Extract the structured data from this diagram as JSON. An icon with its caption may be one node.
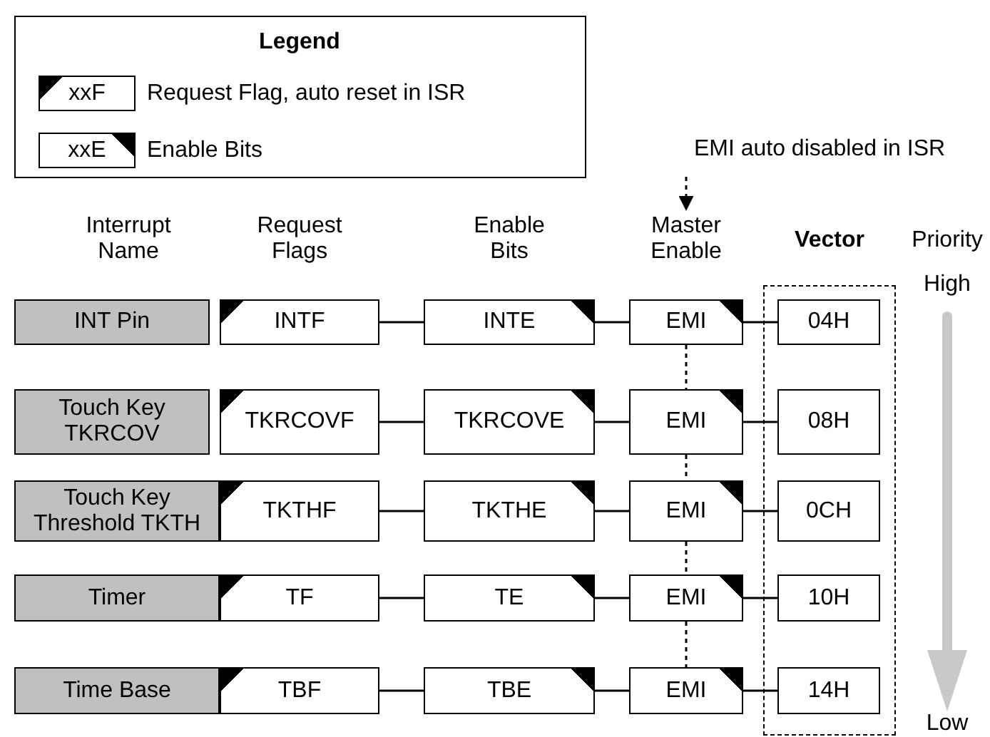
{
  "diagram": {
    "nodes": [
      {
        "text": [
          "EMI auto disabled in ISR"
        ]
      },
      {
        "text": [
          "Master Enable"
        ]
      },
      {
        "text": [
          "Vector"
        ]
      },
      {
        "text": [
          "INT Pin"
        ]
      },
      {
        "text": [
          "INTF"
        ]
      },
      {
        "text": [
          "INTE"
        ]
      },
      {
        "text": [
          "EMI"
        ]
      },
      {
        "text": [
          "04H"
        ],
        "in": 2
      },
      {
        "text": [
          "Touch Key TKRCOV"
        ]
      },
      {
        "text": [
          "TKRCOVF"
        ]
      },
      {
        "text": [
          "TKRCOVE"
        ]
      },
      {
        "text": [
          "EMI"
        ]
      },
      {
        "text": [
          "08H"
        ],
        "in": 2
      },
      {
        "text": [
          "Touch Key Threshold TKTH"
        ]
      },
      {
        "text": [
          "TKTHF"
        ]
      },
      {
        "text": [
          "TKTHE"
        ]
      },
      {
        "text": [
          "EMI"
        ]
      },
      {
        "text": [
          "0CH"
        ],
        "in": 2
      },
      {
        "text": [
          "Timer"
        ]
      },
      {
        "text": [
          "TF"
        ]
      },
      {
        "text": [
          "TE"
        ]
      },
      {
        "text": [
          "EMI"
        ]
      },
      {
        "text": [
          "10H"
        ],
        "in": 2
      },
      {
        "text": [
          "Time Base"
        ]
      },
      {
        "text": [
          "TBF"
        ]
      },
      {
        "text": [
          "TBE"
        ]
      },
      {
        "text": [
          "EMI"
        ]
      },
      {
        "text": [
          "14H"
        ],
        "in": 2
      }
    ],
    "edges": [
      {
        "from": 4,
        "to": 5,
        "arrow": "none"
      },
      {
        "from": 5,
        "to": 6,
        "arrow": "none"
      },
      {
        "from": 6,
        "to": 7,
        "arrow": "none"
      },
      {
        "from": 9,
        "to": 10,
        "arrow": "none"
      },
      {
        "from": 10,
        "to": 11,
        "arrow": "none"
      },
      {
        "from": 11,
        "to": 12,
        "arrow": "none"
      },
      {
        "from": 14,
        "to": 15,
        "arrow": "none"
      },
      {
        "from": 15,
        "to": 16,
        "arrow": "none"
      },
      {
        "from": 16,
        "to": 17,
        "arrow": "none"
      },
      {
        "from": 19,
        "to": 20,
        "arrow": "none"
      },
      {
        "from": 20,
        "to": 21,
        "arrow": "none"
      },
      {
        "from": 21,
        "to": 22,
        "arrow": "none"
      },
      {
        "from": 24,
        "to": 25,
        "arrow": "none"
      },
      {
        "from": 25,
        "to": 26,
        "arrow": "none"
      },
      {
        "from": 26,
        "to": 27,
        "arrow": "none"
      },
      {
        "from": 0,
        "to": 1,
        "arrow": "to",
        "style": "dashed"
      },
      {
        "from": 6,
        "to": 11,
        "arrow": "none",
        "style": "dashed"
      },
      {
        "from": 11,
        "to": 16,
        "arrow": "none",
        "style": "dashed"
      },
      {
        "from": 16,
        "to": 21,
        "arrow": "none",
        "style": "dashed"
      },
      {
        "from": 21,
        "to": 26,
        "arrow": "none",
        "style": "dashed"
      }
    ],
    "labels": [
      "Legend",
      "xxF",
      "xxE",
      "Interrupt Name",
      "Request Flags",
      "Enable Bits",
      "Priority",
      "High",
      "Low"
    ],
    "legend": [
      {
        "text": "Request Flag, auto reset in ISR"
      },
      {
        "text": "Enable Bits"
      }
    ]
  }
}
